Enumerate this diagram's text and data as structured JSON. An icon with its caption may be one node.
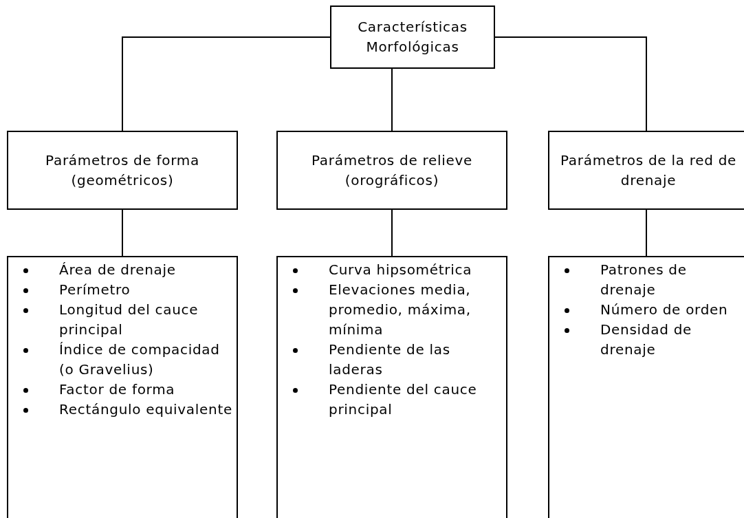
{
  "diagram": {
    "nodes": [
      {
        "text": [
          "Características Morfológicas"
        ]
      },
      {
        "text": [
          "Parámetros de forma (geométricos)"
        ]
      },
      {
        "text": [
          "Parámetros de relieve (orográficos)"
        ]
      },
      {
        "text": [
          "Parámetros de la red de drenaje"
        ]
      },
      {
        "text": [
          "Área de drenaje",
          "Perímetro",
          "Longitud del cauce principal",
          "Índice de compacidad (o Gravelius)",
          "Factor de forma",
          "Rectángulo equivalente"
        ]
      },
      {
        "text": [
          "Curva hipsométrica",
          "Elevaciones media, promedio, máxima, mínima",
          "Pendiente de las laderas",
          "Pendiente del cauce principal"
        ]
      },
      {
        "text": [
          "Patrones de drenaje",
          "Número de orden",
          "Densidad de drenaje"
        ]
      }
    ],
    "edges": [
      {
        "from": 0,
        "to": 1,
        "arrow": "none"
      },
      {
        "from": 0,
        "to": 2,
        "arrow": "none"
      },
      {
        "from": 0,
        "to": 3,
        "arrow": "none"
      },
      {
        "from": 1,
        "to": 4,
        "arrow": "none"
      },
      {
        "from": 2,
        "to": 5,
        "arrow": "none"
      },
      {
        "from": 3,
        "to": 6,
        "arrow": "none"
      }
    ]
  }
}
